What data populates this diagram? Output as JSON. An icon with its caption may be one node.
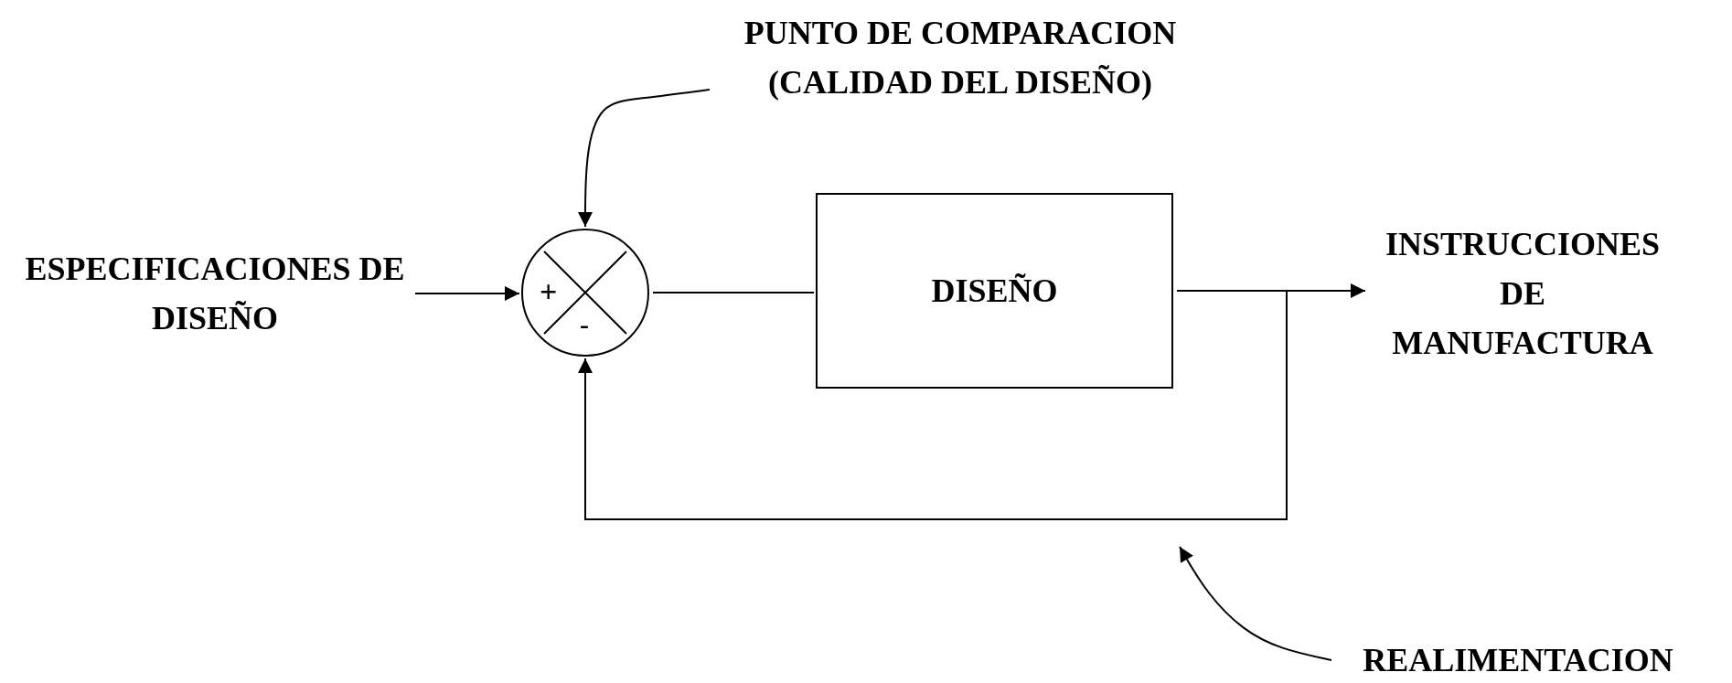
{
  "diagram": {
    "nodes": [
      {
        "text": [
          "PUNTO DE COMPARACION (CALIDAD DEL DISEÑO)"
        ]
      },
      {
        "text": [
          "ESPECIFICACIONES DE DISEÑO"
        ]
      },
      {
        "text": [
          "+",
          "-"
        ]
      },
      {
        "text": [
          "DISEÑO"
        ]
      },
      {
        "text": [
          "INSTRUCCIONES DE MANUFACTURA"
        ]
      },
      {
        "text": [
          "REALIMENTACION"
        ]
      }
    ],
    "edges": [
      {
        "from": 0,
        "to": 2,
        "arrow": "to"
      },
      {
        "from": 1,
        "to": 2,
        "arrow": "to"
      },
      {
        "from": 2,
        "to": 3,
        "arrow": "none"
      },
      {
        "from": 3,
        "to": 4,
        "arrow": "to"
      },
      {
        "from": 3,
        "to": 2,
        "arrow": "to"
      },
      {
        "from": 5,
        "to": null,
        "arrow": "to"
      }
    ]
  }
}
